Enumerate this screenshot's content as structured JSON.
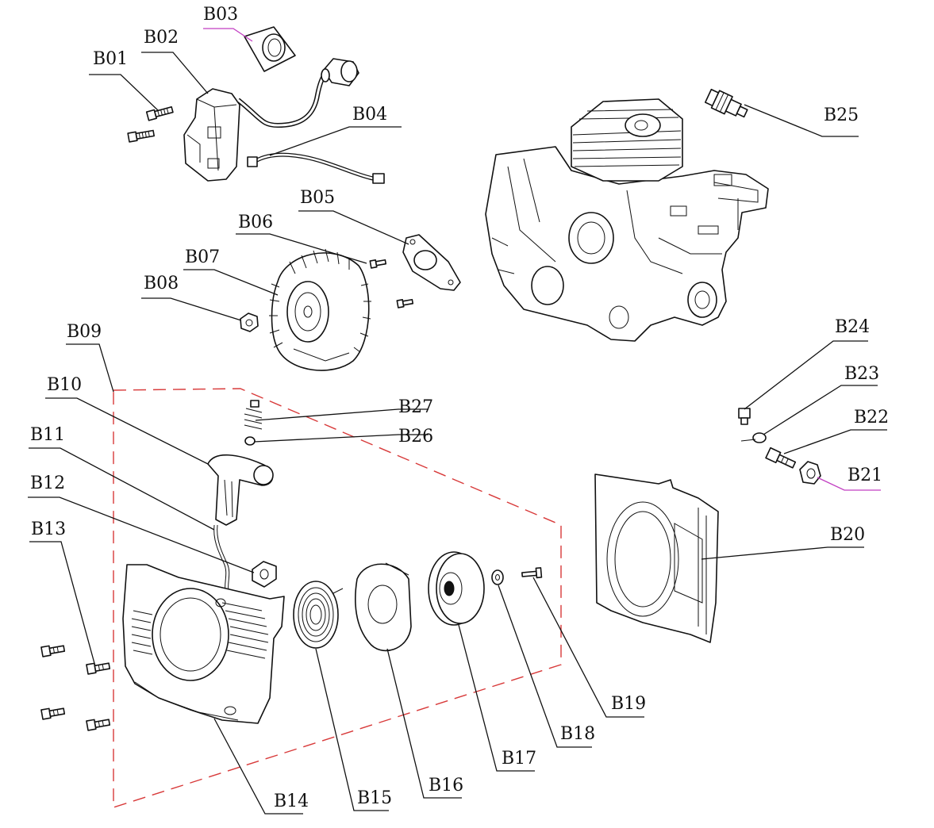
{
  "parts": [
    {
      "id": "B01",
      "label": "B01"
    },
    {
      "id": "B02",
      "label": "B02"
    },
    {
      "id": "B03",
      "label": "B03"
    },
    {
      "id": "B04",
      "label": "B04"
    },
    {
      "id": "B05",
      "label": "B05"
    },
    {
      "id": "B06",
      "label": "B06"
    },
    {
      "id": "B07",
      "label": "B07"
    },
    {
      "id": "B08",
      "label": "B08"
    },
    {
      "id": "B09",
      "label": "B09"
    },
    {
      "id": "B10",
      "label": "B10"
    },
    {
      "id": "B11",
      "label": "B11"
    },
    {
      "id": "B12",
      "label": "B12"
    },
    {
      "id": "B13",
      "label": "B13"
    },
    {
      "id": "B14",
      "label": "B14"
    },
    {
      "id": "B15",
      "label": "B15"
    },
    {
      "id": "B16",
      "label": "B16"
    },
    {
      "id": "B17",
      "label": "B17"
    },
    {
      "id": "B18",
      "label": "B18"
    },
    {
      "id": "B19",
      "label": "B19"
    },
    {
      "id": "B20",
      "label": "B20"
    },
    {
      "id": "B21",
      "label": "B21"
    },
    {
      "id": "B22",
      "label": "B22"
    },
    {
      "id": "B23",
      "label": "B23"
    },
    {
      "id": "B24",
      "label": "B24"
    },
    {
      "id": "B25",
      "label": "B25"
    },
    {
      "id": "B26",
      "label": "B26"
    },
    {
      "id": "B27",
      "label": "B27"
    }
  ],
  "colors": {
    "line": "#111111",
    "group_outline": "#d83a3a",
    "highlight_leader": "#c23fc2",
    "background": "#ffffff"
  }
}
